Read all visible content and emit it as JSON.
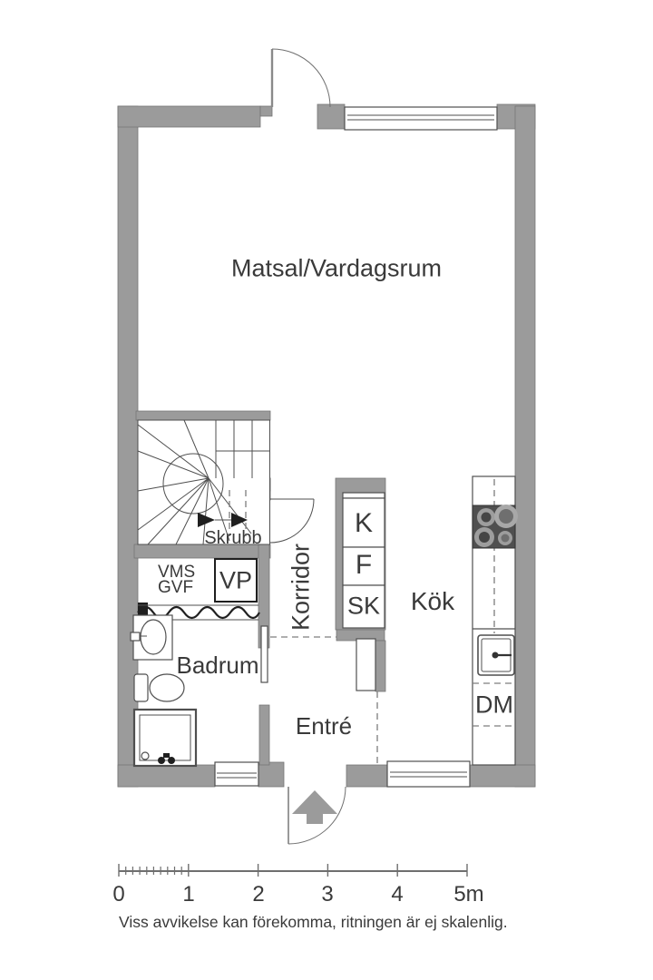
{
  "plan": {
    "rooms": {
      "living": "Matsal/Vardagsrum",
      "closet_under_stairs": "Skrubb",
      "corridor": "Korridor",
      "kitchen": "Kök",
      "bathroom": "Badrum",
      "entry": "Entré"
    },
    "fixtures": {
      "tall_cabinet": "K",
      "fridge": "F",
      "cleaning_cabinet": "SK",
      "water_heater": "VP",
      "vms": "VMS",
      "gvf": "GVF",
      "dishwasher": "DM"
    },
    "scale_bar": {
      "labels": [
        "0",
        "1",
        "2",
        "3",
        "4",
        "5m"
      ]
    },
    "disclaimer": "Viss avvikelse kan förekomma, ritningen är ej skalenlig.",
    "colors": {
      "wall": "#9b9b9b",
      "line": "#4f4f4f",
      "text": "#3a3a3a",
      "stove": "#4f4f4f"
    }
  }
}
